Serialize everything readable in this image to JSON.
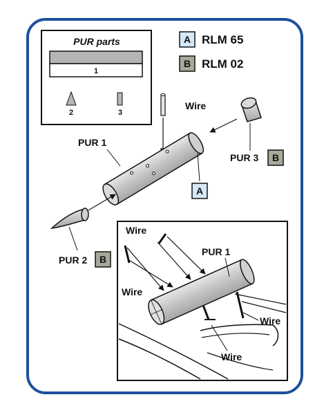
{
  "parts_box": {
    "title": "PUR parts",
    "part_1": "1",
    "part_2": "2",
    "part_3": "3"
  },
  "legend": [
    {
      "code": "A",
      "name": "RLM 65",
      "color": "#d4e8f7"
    },
    {
      "code": "B",
      "name": "RLM 02",
      "color": "#a9a99a"
    }
  ],
  "labels": {
    "wire_top": "Wire",
    "pur1": "PUR 1",
    "pur1_code": "A",
    "pur3": "PUR 3",
    "pur3_code": "B",
    "pur2": "PUR 2",
    "pur2_code": "B"
  },
  "inset": {
    "wire_top_left": "Wire",
    "wire_left": "Wire",
    "pur1": "PUR 1",
    "wire_right": "Wire",
    "wire_bottom": "Wire"
  },
  "colors": {
    "frame_blue": "#1e4f9c",
    "part_grey": "#b8b8b8",
    "rlm65": "#d4e8f7",
    "rlm02": "#a9a99a"
  }
}
